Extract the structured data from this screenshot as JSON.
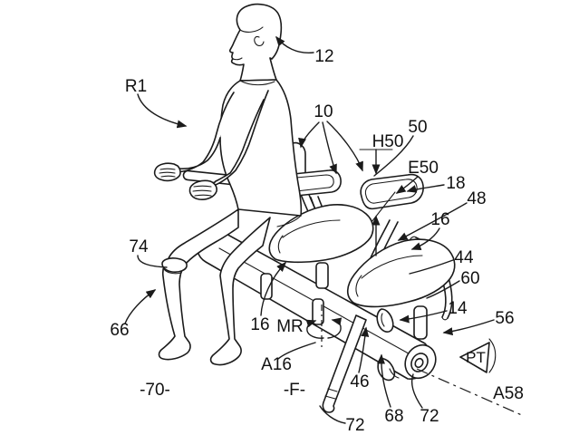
{
  "figure": {
    "background_color": "#ffffff",
    "line_color": "#1b1b1b",
    "text_color": "#111111"
  },
  "labels": {
    "ref_12": "12",
    "ref_r1": "R1",
    "ref_10": "10",
    "ref_50": "50",
    "ref_h50": "H50",
    "ref_e50": "E50",
    "ref_18": "18",
    "ref_48": "48",
    "ref_16_right": "16",
    "ref_44": "44",
    "ref_60": "60",
    "ref_14": "14",
    "ref_56": "56",
    "ref_pt": "PT",
    "ref_a58": "A58",
    "ref_74": "74",
    "ref_66": "66",
    "ref_16_left": "16",
    "ref_mr": "MR",
    "ref_a16": "A16",
    "ref_f": "-F-",
    "ref_70": "-70-",
    "ref_46": "46",
    "ref_68": "68",
    "ref_72_pivot": "72",
    "ref_72_leg": "72"
  }
}
